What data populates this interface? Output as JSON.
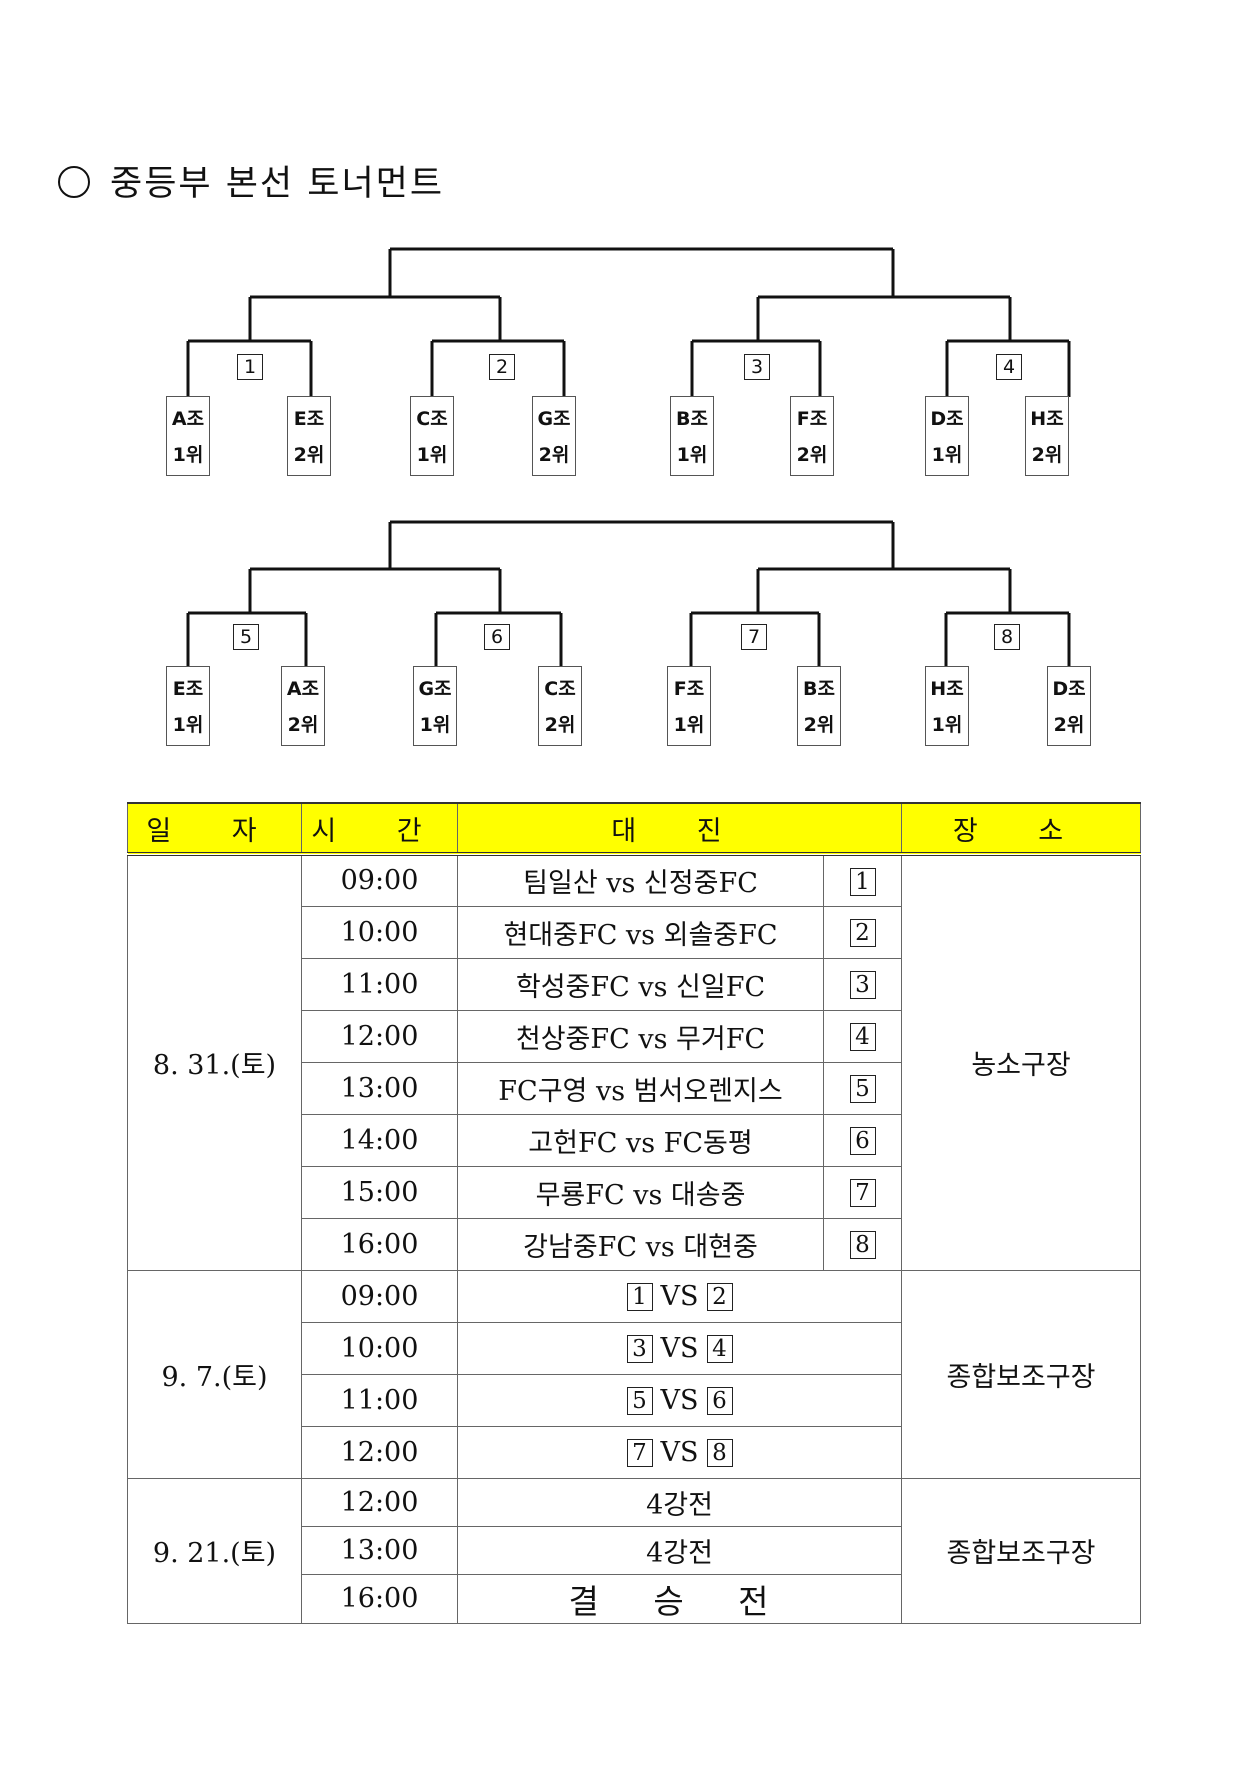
{
  "title": "중등부 본선 토너먼트",
  "bracket_top": {
    "matches": [
      "1",
      "2",
      "3",
      "4"
    ],
    "slots": [
      {
        "group": "A조",
        "rank": "1위"
      },
      {
        "group": "E조",
        "rank": "2위"
      },
      {
        "group": "C조",
        "rank": "1위"
      },
      {
        "group": "G조",
        "rank": "2위"
      },
      {
        "group": "B조",
        "rank": "1위"
      },
      {
        "group": "F조",
        "rank": "2위"
      },
      {
        "group": "D조",
        "rank": "1위"
      },
      {
        "group": "H조",
        "rank": "2위"
      }
    ]
  },
  "bracket_bottom": {
    "matches": [
      "5",
      "6",
      "7",
      "8"
    ],
    "slots": [
      {
        "group": "E조",
        "rank": "1위"
      },
      {
        "group": "A조",
        "rank": "2위"
      },
      {
        "group": "G조",
        "rank": "1위"
      },
      {
        "group": "C조",
        "rank": "2위"
      },
      {
        "group": "F조",
        "rank": "1위"
      },
      {
        "group": "B조",
        "rank": "2위"
      },
      {
        "group": "H조",
        "rank": "1위"
      },
      {
        "group": "D조",
        "rank": "2위"
      }
    ]
  },
  "schedule": {
    "headers": {
      "date": "일 자",
      "time": "시 간",
      "match": "대 진",
      "venue": "장 소"
    },
    "day1": {
      "date": "8. 31.(토)",
      "venue": "농소구장",
      "rows": [
        {
          "time": "09:00",
          "match": "팀일산 vs 신정중FC",
          "no": "1"
        },
        {
          "time": "10:00",
          "match": "현대중FC vs 외솔중FC",
          "no": "2"
        },
        {
          "time": "11:00",
          "match": "학성중FC vs 신일FC",
          "no": "3"
        },
        {
          "time": "12:00",
          "match": "천상중FC vs 무거FC",
          "no": "4"
        },
        {
          "time": "13:00",
          "match": "FC구영 vs 범서오렌지스",
          "no": "5"
        },
        {
          "time": "14:00",
          "match": "고헌FC vs FC동평",
          "no": "6"
        },
        {
          "time": "15:00",
          "match": "무룡FC vs 대송중",
          "no": "7"
        },
        {
          "time": "16:00",
          "match": "강남중FC vs 대현중",
          "no": "8"
        }
      ]
    },
    "day2": {
      "date": "9. 7.(토)",
      "venue": "종합보조구장",
      "vs": "VS",
      "rows": [
        {
          "time": "09:00",
          "a": "1",
          "b": "2"
        },
        {
          "time": "10:00",
          "a": "3",
          "b": "4"
        },
        {
          "time": "11:00",
          "a": "5",
          "b": "6"
        },
        {
          "time": "12:00",
          "a": "7",
          "b": "8"
        }
      ]
    },
    "day3": {
      "date": "9. 21.(토)",
      "venue": "종합보조구장",
      "rows": [
        {
          "time": "12:00",
          "match": "4강전"
        },
        {
          "time": "13:00",
          "match": "4강전"
        },
        {
          "time": "16:00",
          "match": "결 승 전"
        }
      ]
    }
  }
}
